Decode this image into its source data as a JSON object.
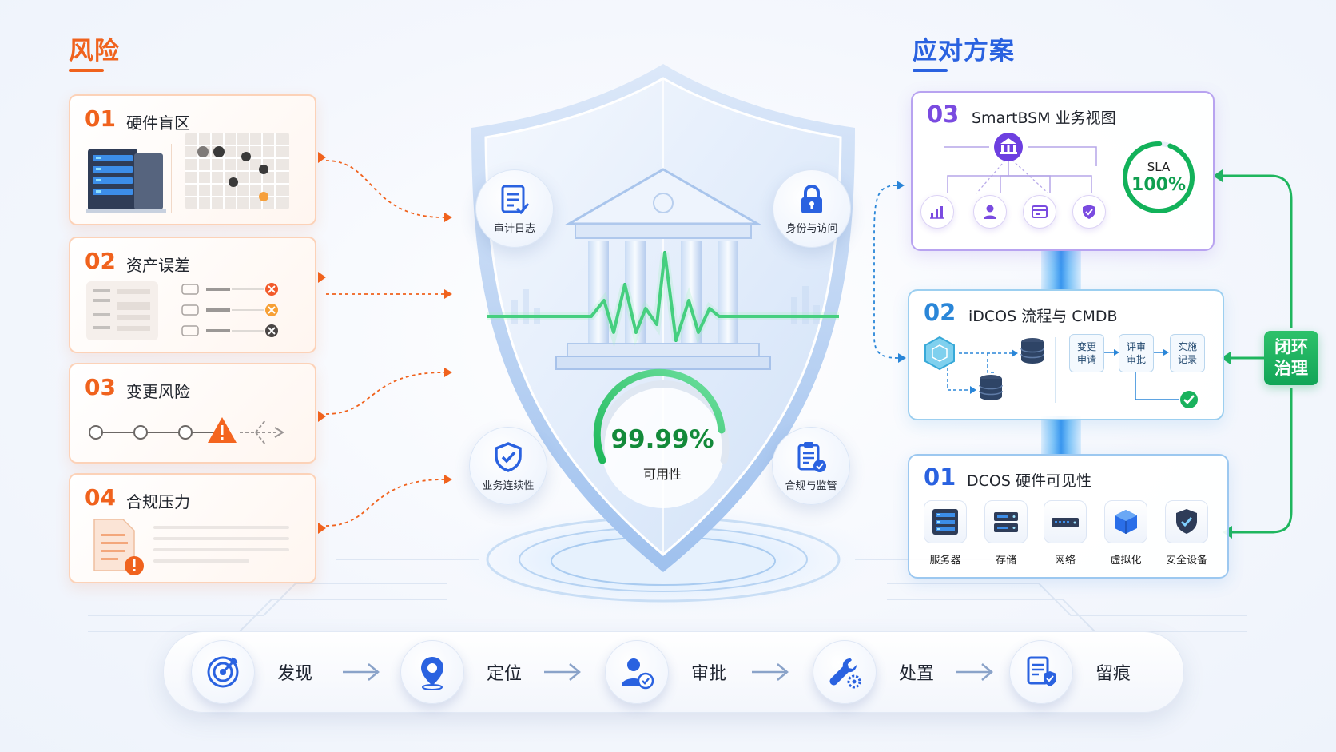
{
  "risk": {
    "heading": "风险",
    "items": [
      {
        "num": "01",
        "title": "硬件盲区"
      },
      {
        "num": "02",
        "title": "资产误差"
      },
      {
        "num": "03",
        "title": "变更风险"
      },
      {
        "num": "04",
        "title": "合规压力"
      }
    ]
  },
  "plan": {
    "heading": "应对方案",
    "smartbsm": {
      "num": "03",
      "title": "SmartBSM 业务视图",
      "sla_label": "SLA",
      "sla_value": "100%",
      "sla_progress": 1.0
    },
    "idcos": {
      "num": "02",
      "title": "iDCOS 流程与 CMDB",
      "steps": [
        "变更申请",
        "评审审批",
        "实施记录"
      ]
    },
    "dcos": {
      "num": "01",
      "title": "DCOS 硬件可见性",
      "items": [
        "服务器",
        "存储",
        "网络",
        "虚拟化",
        "安全设备"
      ]
    }
  },
  "shield": {
    "features": {
      "audit": "审计日志",
      "identity": "身份与访问",
      "continuity": "业务连续性",
      "compliance": "合规与监管"
    },
    "availability_value": "99.99%",
    "availability_label": "可用性"
  },
  "closed_loop": "闭环治理",
  "flow": [
    "发现",
    "定位",
    "审批",
    "处置",
    "留痕"
  ],
  "colors": {
    "risk": "#f0621d",
    "plan": "#2a62e0",
    "success": "#12a557",
    "purple": "#7a4be0"
  }
}
